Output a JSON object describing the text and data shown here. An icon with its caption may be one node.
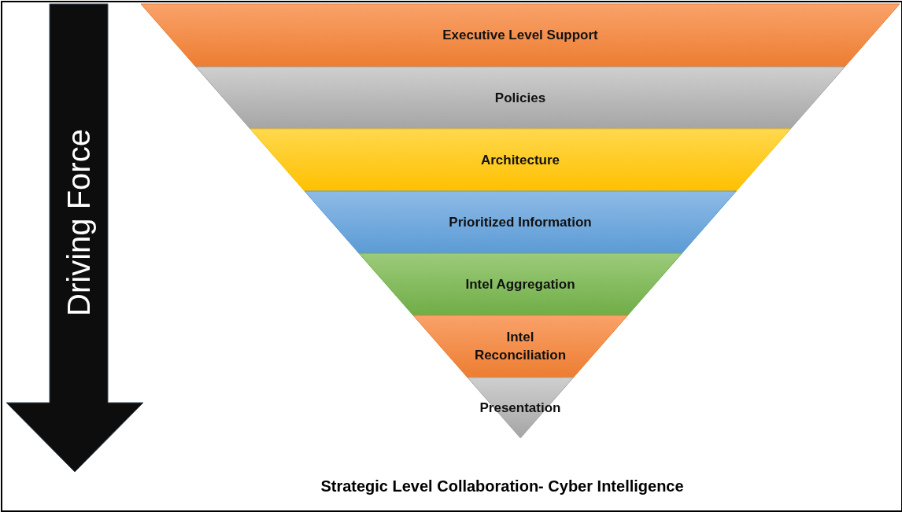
{
  "diagram": {
    "caption": "Strategic Level Collaboration- Cyber Intelligence",
    "nodes": [
      {
        "text": [
          "Executive Level Support"
        ]
      },
      {
        "text": [
          "Policies"
        ]
      },
      {
        "text": [
          "Architecture"
        ]
      },
      {
        "text": [
          "Prioritized Information"
        ]
      },
      {
        "text": [
          "Intel Aggregation"
        ]
      },
      {
        "text": [
          "Intel Reconciliation"
        ]
      },
      {
        "text": [
          "Presentation"
        ]
      },
      {
        "text": [
          "Driving Force"
        ]
      }
    ]
  }
}
